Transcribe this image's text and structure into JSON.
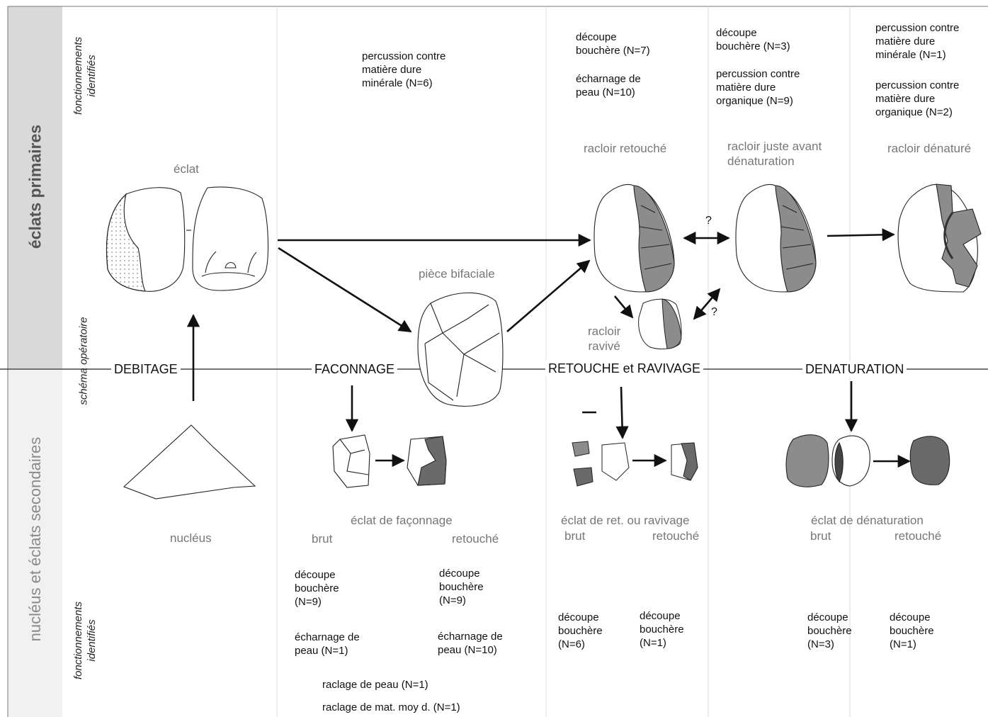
{
  "side_labels": {
    "top_band": "éclats primaires",
    "bottom_band": "nucléus et éclats secondaires",
    "fonctions_top": "fonctionnements\nidentifiés",
    "fonctions_bottom": "fonctionnements\nidentifiés",
    "schema": "schéma opératoire"
  },
  "stages": {
    "debitage": "DEBITAGE",
    "faconnage": "FACONNAGE",
    "retouche": "RETOUCHE et RAVIVAGE",
    "denaturation": "DENATURATION"
  },
  "piece_labels": {
    "eclat": "éclat",
    "piece_bifaciale": "pièce bifaciale",
    "racloir_retouche": "racloir retouché",
    "racloir_avant": "racloir juste avant\ndénaturation",
    "racloir_denature": "racloir dénaturé",
    "racloir_ravive": "racloir\nravivé",
    "nucleus": "nucléus",
    "eclat_faconnage": "éclat de façonnage",
    "faconnage_brut": "brut",
    "faconnage_retouche": "retouché",
    "eclat_ret": "éclat de ret. ou ravivage",
    "ret_brut": "brut",
    "ret_retouche": "retouché",
    "eclat_denat": "éclat de dénaturation",
    "denat_brut": "brut",
    "denat_retouche": "retouché"
  },
  "question_marks": {
    "q1": "?",
    "q2": "?"
  },
  "functions_top": {
    "col2": "percussion contre\nmatière dure\nminérale (N=6)",
    "col3a": "découpe\nbouchère (N=7)",
    "col3b": "écharnage de\npeau (N=10)",
    "col4a": "découpe\nbouchère (N=3)",
    "col4b": "percussion contre\nmatière dure\n organique (N=9)",
    "col5a": "percussion contre\nmatière dure\nminérale (N=1)",
    "col5b": "percussion contre\nmatière dure\norganique (N=2)"
  },
  "functions_bottom": {
    "fac_brut_a": "découpe\nbouchère\n(N=9)",
    "fac_brut_b": "écharnage de\npeau (N=1)",
    "fac_ret_a": "découpe\nbouchère\n(N=9)",
    "fac_ret_b": "écharnage de\npeau (N=10)",
    "raclage1": "raclage de peau (N=1)",
    "raclage2": "raclage de mat. moy d. (N=1)",
    "ret_brut": "découpe\nbouchère\n(N=6)",
    "ret_ret": "découpe\nbouchère\n(N=1)",
    "den_brut": "découpe\nbouchère\n(N=3)",
    "den_ret": "découpe\nbouchère\n(N=1)"
  },
  "colors": {
    "band_top": "#d9d9d9",
    "band_bottom": "#f1f1f1",
    "retouch_fill": "#8c8c8c",
    "dark_fill": "#6a6a6a"
  }
}
